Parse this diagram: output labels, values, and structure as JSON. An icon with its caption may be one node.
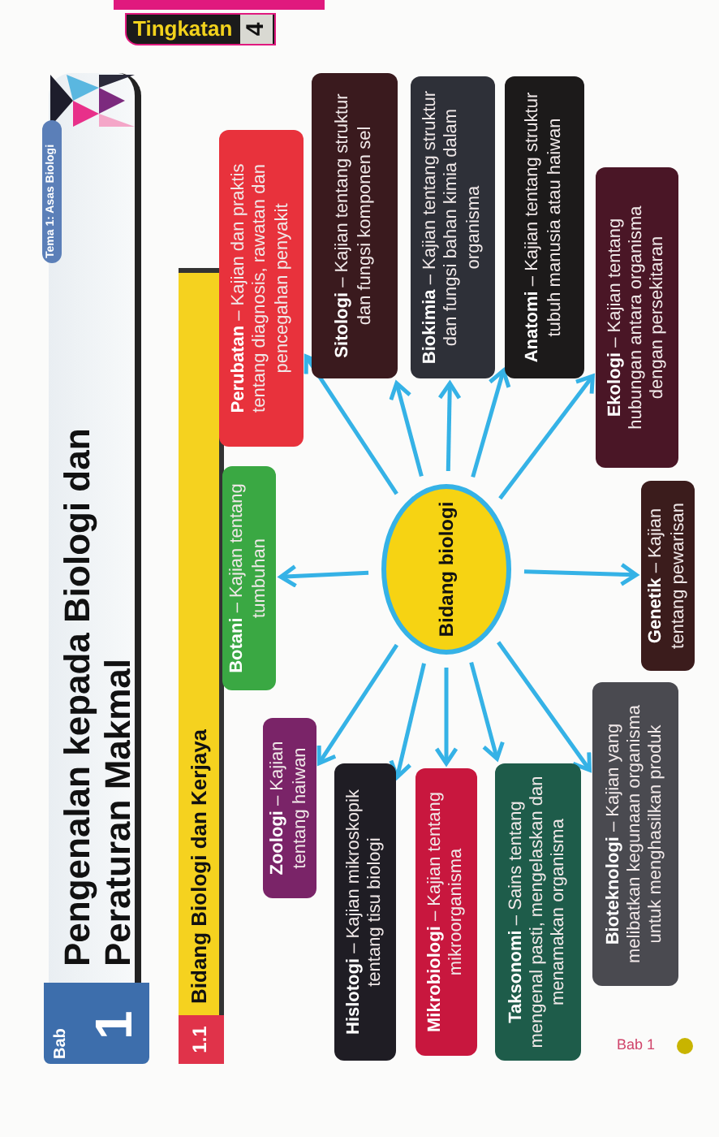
{
  "diagram": {
    "title": "Pengenalan kepada Biologi dan Peraturan Makmal",
    "nodes": [
      {
        "text": [
          "Bidang biologi"
        ]
      },
      {
        "text": [
          "**Perubatan** – Kajian dan praktis tentang diagnosis, rawatan dan pencegahan penyakit"
        ]
      },
      {
        "text": [
          "**Sitologi** – Kajian tentang struktur dan fungsi komponen sel"
        ]
      },
      {
        "text": [
          "**Biokimia** – Kajian tentang struktur dan fungsi bahan kimia dalam organisma"
        ]
      },
      {
        "text": [
          "**Anatomi** – Kajian tentang struktur tubuh manusia atau haiwan"
        ]
      },
      {
        "text": [
          "**Ekologi** – Kajian tentang hubungan antara organisma dengan persekitaran"
        ]
      },
      {
        "text": [
          "**Botani** – Kajian tentang tumbuhan"
        ]
      },
      {
        "text": [
          "**Genetik** – Kajian tentang pewarisan"
        ]
      },
      {
        "text": [
          "**Zoologi** – Kajian tentang haiwan"
        ]
      },
      {
        "text": [
          "**Hislotogi** – Kajian mikroskopik tentang tisu biologi"
        ]
      },
      {
        "text": [
          "**Mikrobiologi** – Kajian tentang mikroorganisma"
        ]
      },
      {
        "text": [
          "**Taksonomi** – Sains tentang mengenal pasti, mengelaskan dan menamakan organisma"
        ]
      },
      {
        "text": [
          "**Bioteknologi** – Kajian yang melibatkan kegunaan organisma untuk menghasilkan produk"
        ]
      }
    ],
    "edges": [
      {
        "from": 0,
        "to": 1,
        "arrow": "to"
      },
      {
        "from": 0,
        "to": 2,
        "arrow": "to"
      },
      {
        "from": 0,
        "to": 3,
        "arrow": "to"
      },
      {
        "from": 0,
        "to": 4,
        "arrow": "to"
      },
      {
        "from": 0,
        "to": 5,
        "arrow": "to"
      },
      {
        "from": 0,
        "to": 6,
        "arrow": "to"
      },
      {
        "from": 0,
        "to": 7,
        "arrow": "to"
      },
      {
        "from": 0,
        "to": 8,
        "arrow": "to"
      },
      {
        "from": 0,
        "to": 9,
        "arrow": "to"
      },
      {
        "from": 0,
        "to": 10,
        "arrow": "to"
      },
      {
        "from": 0,
        "to": 11,
        "arrow": "to"
      },
      {
        "from": 0,
        "to": 12,
        "arrow": "to"
      }
    ],
    "labels": [
      "Tingkatan",
      "4",
      "Tema 1: Asas Biologi",
      "Bab",
      "1",
      "1.1",
      "Bidang Biologi dan Kerjaya",
      "Bab 1"
    ]
  }
}
